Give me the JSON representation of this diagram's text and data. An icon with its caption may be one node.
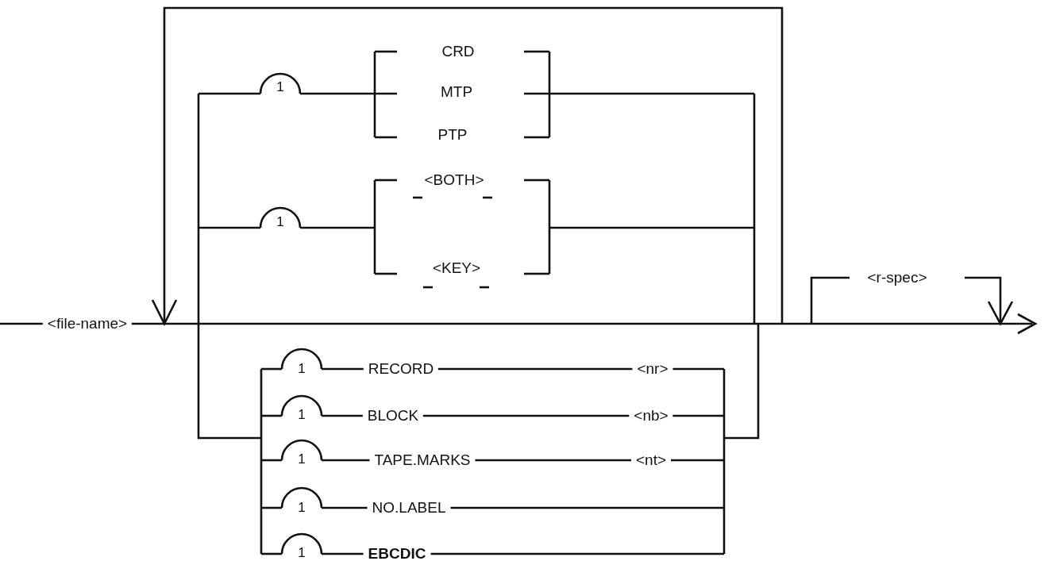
{
  "diagram": {
    "labels": [
      "<file-name>",
      "1",
      "CRD",
      "MTP",
      "PTP",
      "1",
      "<BOTH>",
      "<KEY>",
      "<r-spec>",
      "1",
      "RECORD",
      "<nr>",
      "1",
      "BLOCK",
      "<nb>",
      "1",
      "TAPE.MARKS",
      "<nt>",
      "1",
      "NO.LABEL",
      "1",
      "EBCDIC"
    ]
  }
}
